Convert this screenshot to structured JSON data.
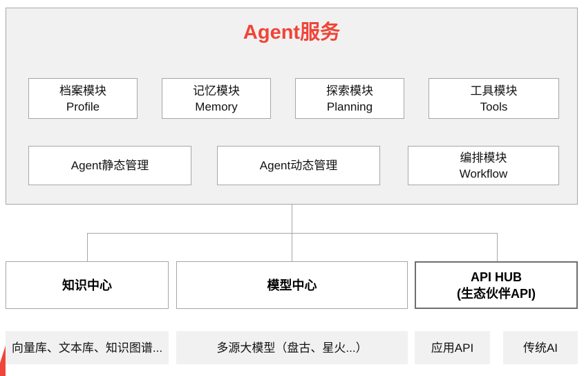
{
  "diagram": {
    "title": "Agent服务",
    "title_color": "#F04438",
    "panel_bg": "#F1F1F1",
    "border_color": "#A6A6A6"
  },
  "agent_panel": {
    "title": "Agent服务",
    "row1": [
      {
        "cn": "档案模块",
        "en": "Profile"
      },
      {
        "cn": "记忆模块",
        "en": "Memory"
      },
      {
        "cn": "探索模块",
        "en": "Planning"
      },
      {
        "cn": "工具模块",
        "en": "Tools"
      }
    ],
    "row2": [
      {
        "cn": "Agent静态管理",
        "en": ""
      },
      {
        "cn": "Agent动态管理",
        "en": ""
      },
      {
        "cn": "编排模块",
        "en": "Workflow"
      }
    ]
  },
  "tiers": [
    {
      "line1": "知识中心",
      "line2": ""
    },
    {
      "line1": "模型中心",
      "line2": ""
    },
    {
      "line1": "API HUB",
      "line2": "(生态伙伴API)"
    }
  ],
  "footer": [
    {
      "label": "向量库、文本库、知识图谱..."
    },
    {
      "label": "多源大模型（盘古、星火...）"
    },
    {
      "label": "应用API"
    },
    {
      "label": "传统AI"
    }
  ],
  "decor": {
    "corner_mark_color": "#F0453A",
    "corner_mark_name": "red-triangle-mark"
  }
}
